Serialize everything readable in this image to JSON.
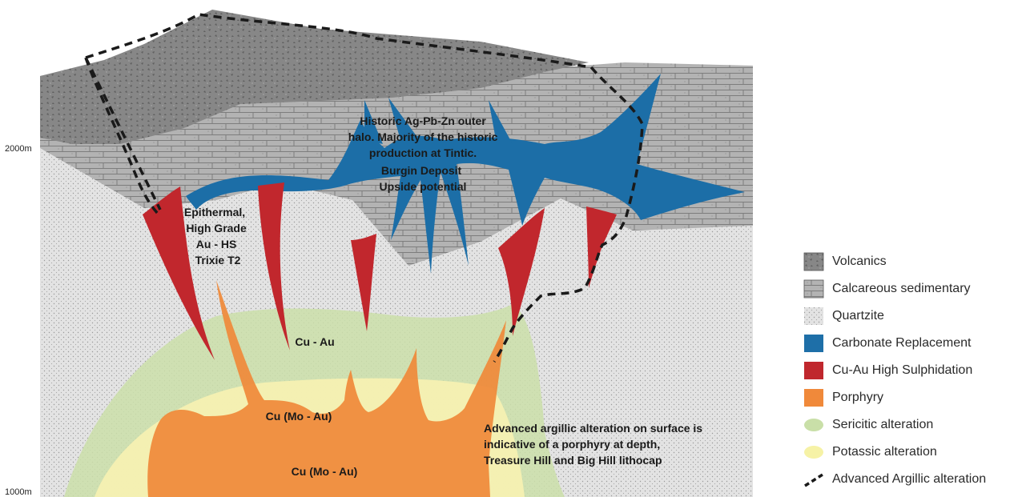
{
  "elevations": {
    "top": "2000m",
    "bottom": "1000m"
  },
  "labels": {
    "epithermal": [
      "Epithermal,",
      "High Grade",
      "Au - HS",
      "Trixie T2"
    ],
    "historic": [
      "Historic Ag-Pb-Zn outer",
      "halo. Majority of the historic",
      "production at Tintic.",
      "Burgin Deposit",
      "Upside potential"
    ],
    "cu_au": "Cu - Au",
    "cu_mo_au_1": "Cu (Mo - Au)",
    "cu_mo_au_2": "Cu (Mo - Au)",
    "argillic": [
      "Advanced argillic alteration on surface is",
      "indicative of a porphyry at depth,",
      "Treasure Hill and Big Hill lithocap"
    ]
  },
  "legend": [
    {
      "label": "Volcanics",
      "color": "#8a8a8a",
      "kind": "volcanic"
    },
    {
      "label": "Calcareous sedimentary",
      "color": "#b3b3b3",
      "kind": "brick"
    },
    {
      "label": "Quartzite",
      "color": "#e4e4e4",
      "kind": "dots"
    },
    {
      "label": "Carbonate Replacement",
      "color": "#1e6fa8",
      "kind": "solid"
    },
    {
      "label": "Cu-Au High Sulphidation",
      "color": "#c0272d",
      "kind": "solid"
    },
    {
      "label": "Porphyry",
      "color": "#f0893a",
      "kind": "solid"
    },
    {
      "label": "Sericitic alteration",
      "color": "#c9dfa8",
      "kind": "blob"
    },
    {
      "label": "Potassic alteration",
      "color": "#f6f2a6",
      "kind": "blob"
    },
    {
      "label": "Advanced Argillic alteration",
      "color": "#1a1a1a",
      "kind": "dashed"
    }
  ]
}
